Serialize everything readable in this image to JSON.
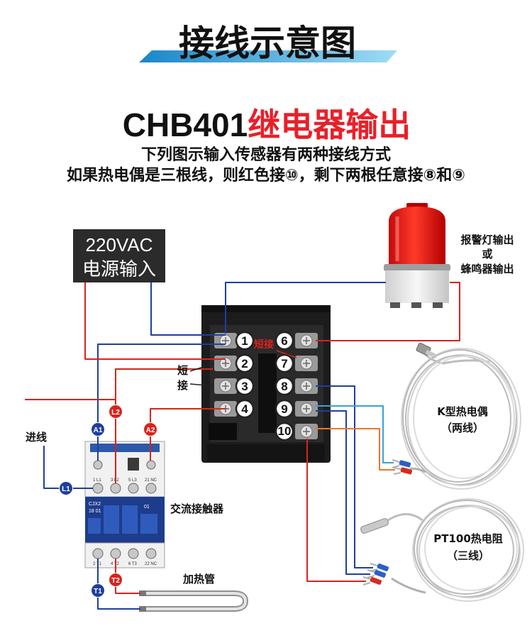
{
  "title": "接线示意图",
  "heading": {
    "model": "CHB401",
    "type": "继电器输出"
  },
  "subtitle": [
    "下列图示输入传感器有两种接线方式",
    "如果热电偶是三根线，则红色接⑩，剩下两根任意接⑧和⑨"
  ],
  "power_box": {
    "line1": "220VAC",
    "line2": "电源输入"
  },
  "terminals": {
    "left": [
      "1",
      "2",
      "3",
      "4"
    ],
    "right": [
      "6",
      "7",
      "8",
      "9",
      "10"
    ]
  },
  "short_link": {
    "right": "短接",
    "left_top": "短",
    "left_bottom": "接"
  },
  "alarm": {
    "line1": "报警灯输出",
    "line2": "或",
    "line3": "蜂鸣器输出"
  },
  "k_thermocouple": {
    "name": "K型热电偶",
    "note": "（两线）"
  },
  "pt100": {
    "name": "PT100热电阻",
    "note": "（三线）"
  },
  "contactor": {
    "label": "交流接触器",
    "model": "CJX2",
    "code": "18 01",
    "aux": "01",
    "top_terminals": [
      "1 L1",
      "3 L2",
      "5 L3",
      "21 NC"
    ],
    "bottom_terminals": [
      "2 T1",
      "4 T2",
      "6 T3",
      "22 NC"
    ]
  },
  "incoming": "进线",
  "badges": {
    "a1": "A1",
    "l2": "L2",
    "a2": "A2",
    "l1": "L1",
    "t1": "T1",
    "t2": "T2"
  },
  "heater": "加热管",
  "colors": {
    "live": "#d9231d",
    "neutral": "#1f3f9f",
    "signal_blue": "#3aa0d8",
    "signal_orange": "#e8782a",
    "accent": "#e8202a",
    "title_bar": "#1e9bd7"
  }
}
